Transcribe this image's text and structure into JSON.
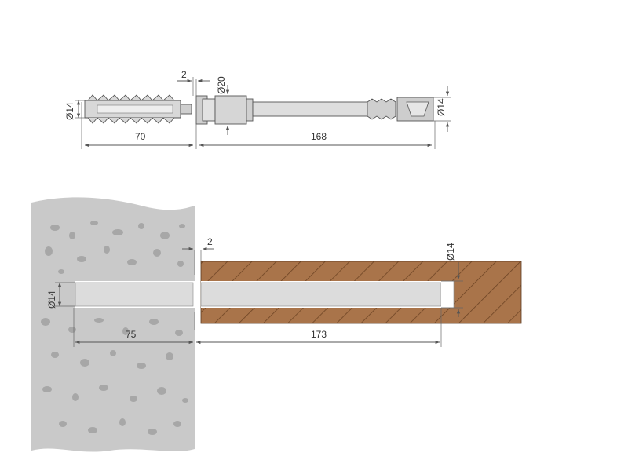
{
  "colors": {
    "concrete": "#c9c9c9",
    "aggregate": "#a7a7a7",
    "wood": "#a9744a",
    "wood_hatch": "#6e4424",
    "rod": "#dcdcdc",
    "anchor": "#cfcfcf",
    "line": "#555555"
  },
  "top_view": {
    "labels": {
      "gap": "2",
      "collar_dia": "Ø20",
      "anchor_dia": "Ø14",
      "tip_dia": "Ø14",
      "anchor_length": "70",
      "rod_length": "168"
    }
  },
  "bottom_view": {
    "labels": {
      "gap": "2",
      "hole_dia_wood": "Ø14",
      "hole_dia_wall": "Ø14",
      "wall_depth": "75",
      "wood_depth": "173"
    }
  }
}
